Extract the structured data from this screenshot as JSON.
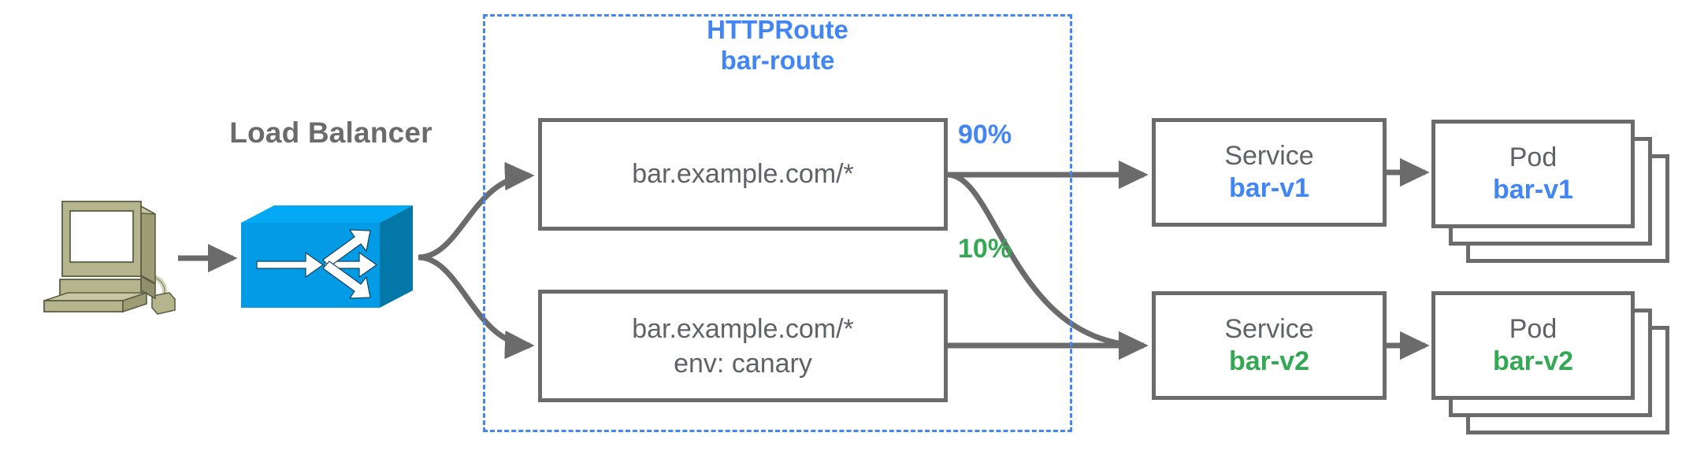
{
  "diagram": {
    "title_context": "Gateway API HTTPRoute canary traffic split",
    "client": {
      "icon": "desktop-computer-icon"
    },
    "load_balancer": {
      "label": "Load Balancer",
      "icon": "network-switch-icon"
    },
    "httproute": {
      "kind_label": "HTTPRoute",
      "name_label": "bar-route",
      "accent_color": "#4285f4",
      "rules": [
        {
          "id": "rule-primary",
          "lines": [
            "bar.example.com/*"
          ]
        },
        {
          "id": "rule-canary",
          "lines": [
            "bar.example.com/*",
            "env: canary"
          ]
        }
      ]
    },
    "weights": [
      {
        "label": "90%",
        "color": "#4285f4",
        "target": "bar-v1"
      },
      {
        "label": "10%",
        "color": "#34a853",
        "target": "bar-v2"
      }
    ],
    "services": [
      {
        "kind": "Service",
        "name": "bar-v1",
        "color": "#4285f4"
      },
      {
        "kind": "Service",
        "name": "bar-v2",
        "color": "#34a853"
      }
    ],
    "pods": [
      {
        "kind": "Pod",
        "name": "bar-v1",
        "color": "#4285f4",
        "replicas": 3
      },
      {
        "kind": "Pod",
        "name": "bar-v2",
        "color": "#34a853",
        "replicas": 3
      }
    ],
    "colors": {
      "blue": "#4285f4",
      "green": "#34a853",
      "stroke_grey": "#6b6b6b",
      "text_grey": "#5f6368",
      "switch_blue": "#039BE5",
      "computer_beige": "#b5b58d"
    }
  }
}
